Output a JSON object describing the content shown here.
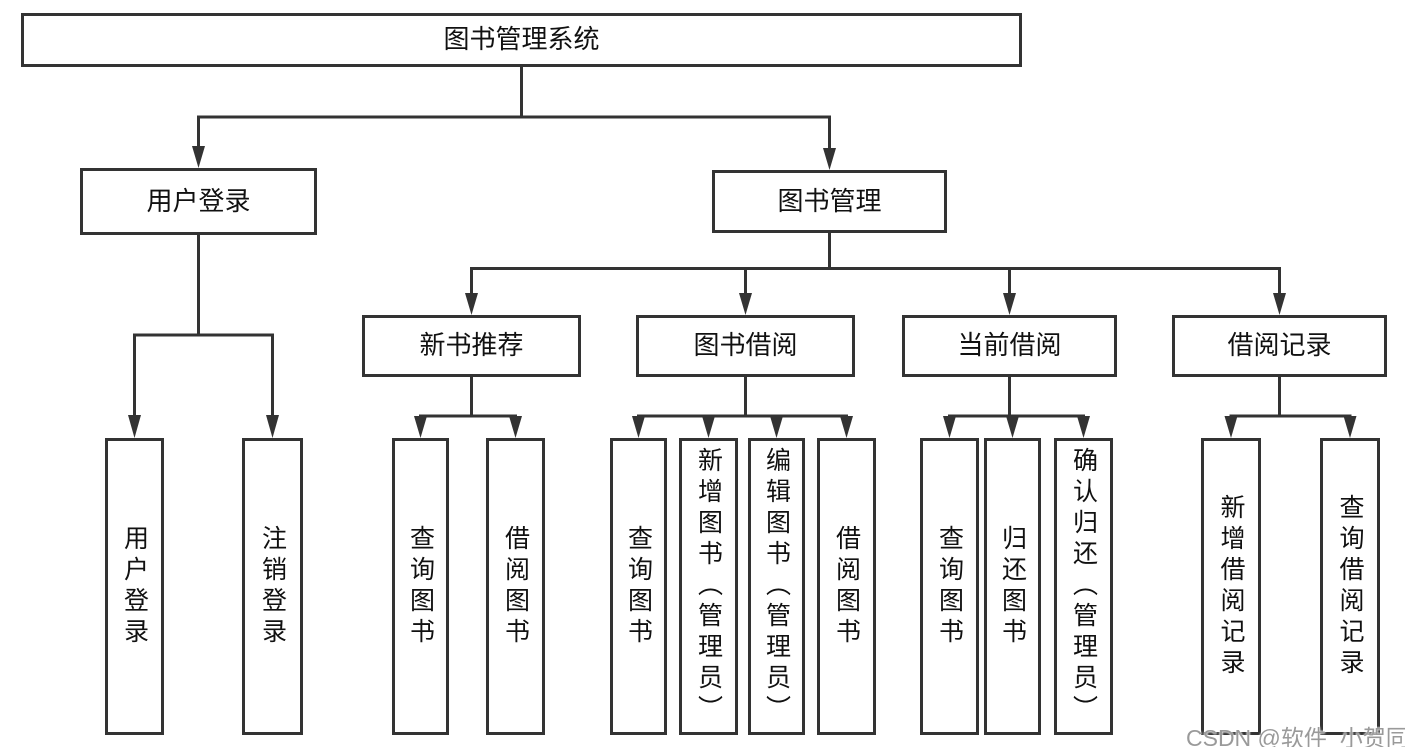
{
  "diagram": {
    "root": {
      "label": "图书管理系统"
    },
    "branches": [
      {
        "label": "用户登录",
        "children": [
          {
            "label": "用户登录"
          },
          {
            "label": "注销登录"
          }
        ]
      },
      {
        "label": "图书管理",
        "children": [
          {
            "label": "新书推荐",
            "children": [
              {
                "label": "查询图书"
              },
              {
                "label": "借阅图书"
              }
            ]
          },
          {
            "label": "图书借阅",
            "children": [
              {
                "label": "查询图书"
              },
              {
                "label": "新增图书（管理员）"
              },
              {
                "label": "编辑图书（管理员）"
              },
              {
                "label": "借阅图书"
              }
            ]
          },
          {
            "label": "当前借阅",
            "children": [
              {
                "label": "查询图书"
              },
              {
                "label": "归还图书"
              },
              {
                "label": "确认归还（管理员）"
              }
            ]
          },
          {
            "label": "借阅记录",
            "children": [
              {
                "label": "新增借阅记录"
              },
              {
                "label": "查询借阅记录"
              }
            ]
          }
        ]
      }
    ]
  },
  "watermark": "CSDN @软件_小贺同学",
  "colors": {
    "line": "#333333",
    "border": "#333333",
    "text": "#111111",
    "background": "#ffffff",
    "watermark": "#9a9a9a"
  }
}
